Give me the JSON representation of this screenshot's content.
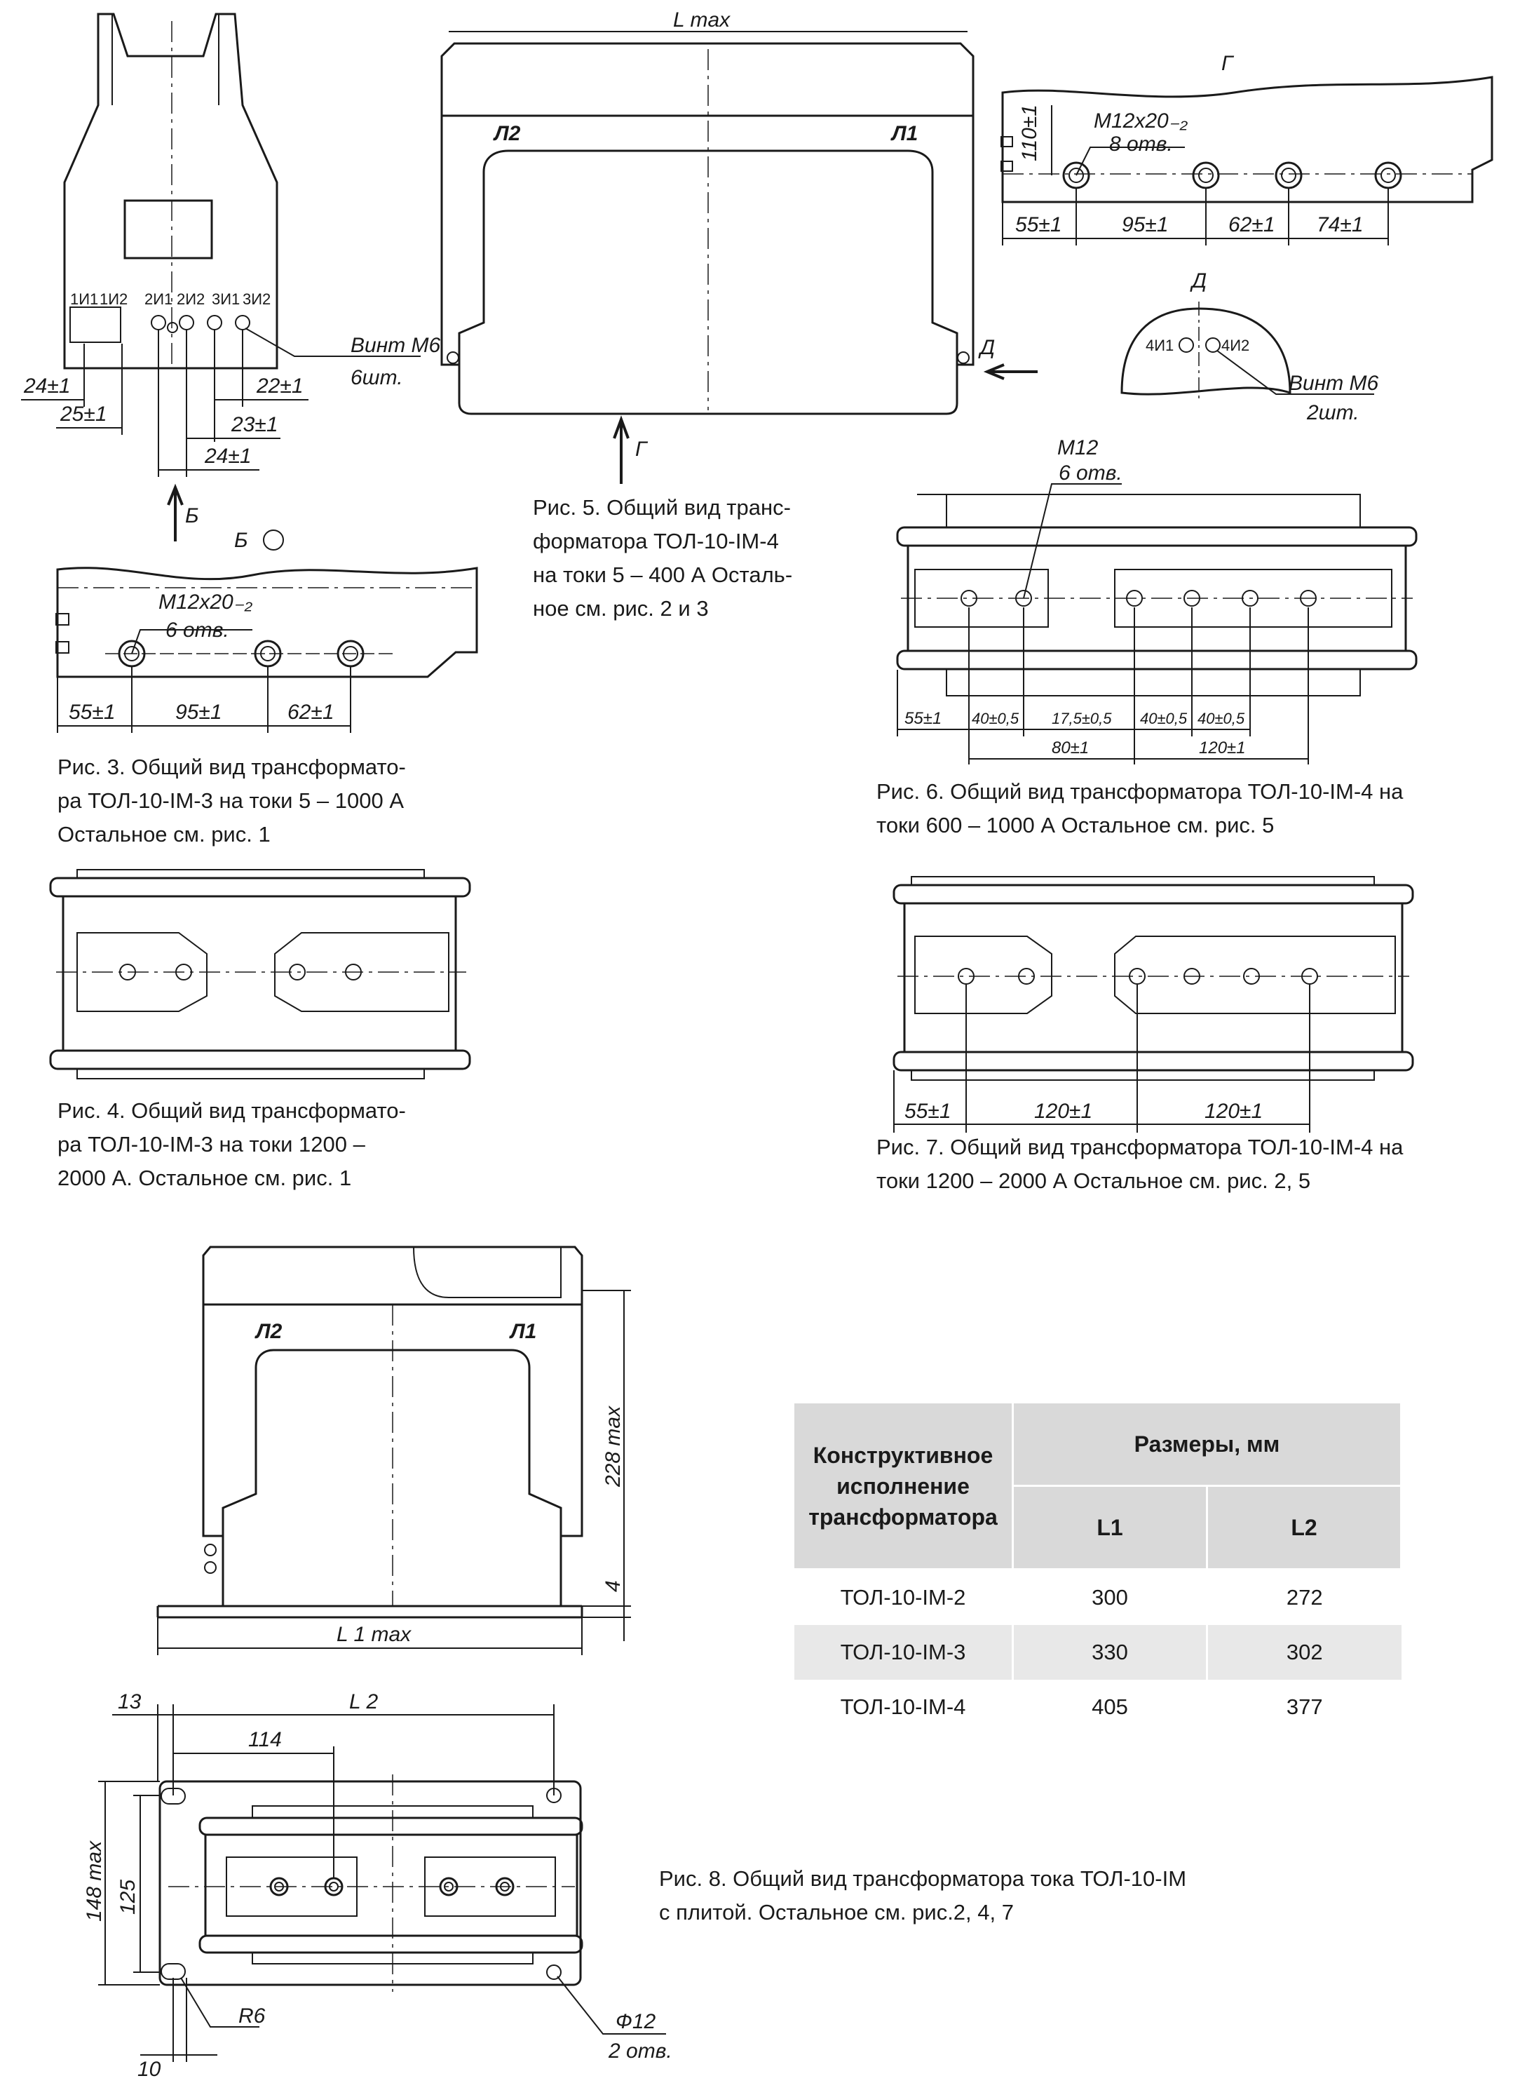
{
  "fig1": {
    "terminals": [
      "1И1",
      "1И2",
      "2И1",
      "2И2",
      "3И1",
      "3И2"
    ],
    "screw_label": "Винт М6",
    "screw_count": "6шт.",
    "dims": [
      "24±1",
      "25±1",
      "22±1",
      "23±1",
      "24±1"
    ],
    "view_arrow": "Б"
  },
  "fig3": {
    "view_label": "Б",
    "thread_label": "М12х20₋₂",
    "holes_label": "6 отв.",
    "dims": [
      "55±1",
      "95±1",
      "62±1"
    ],
    "caption": "Рис. 3. Общий вид трансформато-\nра ТОЛ-10-IM-3 на токи 5 – 1000 А\nОстальное см. рис. 1"
  },
  "fig4": {
    "caption": "Рис. 4. Общий вид трансформато-\nра ТОЛ-10-IM-3 на токи 1200 –\n2000 А. Остальное см. рис. 1"
  },
  "fig5": {
    "lmax": "L max",
    "l2": "Л2",
    "l1": "Л1",
    "arrow_d": "Д",
    "arrow_g": "Г",
    "caption": "Рис. 5. Общий вид транс-\nформатора ТОЛ-10-IM-4\nна токи 5 – 400 А Осталь-\nное см. рис. 2 и 3"
  },
  "viewG": {
    "title": "Г",
    "thread_label": "М12х20₋₂",
    "holes_label": "8 отв.",
    "height_dim": "110±1",
    "dims": [
      "55±1",
      "95±1",
      "62±1",
      "74±1"
    ]
  },
  "viewD": {
    "title": "Д",
    "terminals": [
      "4И1",
      "4И2"
    ],
    "screw_label": "Винт М6",
    "screw_count": "2шт."
  },
  "fig6": {
    "thread_label": "М12",
    "holes_label": "6 отв.",
    "dims": [
      "55±1",
      "40±0,5",
      "17,5±0,5",
      "40±0,5",
      "40±0,5",
      "80±1",
      "120±1"
    ],
    "caption": "Рис. 6. Общий вид трансформатора ТОЛ-10-IM-4 на\nтоки 600 – 1000 А Остальное см. рис. 5"
  },
  "fig7": {
    "dims": [
      "55±1",
      "120±1",
      "120±1"
    ],
    "caption": "Рис. 7. Общий вид трансформатора ТОЛ-10-IM-4 на\nтоки 1200 – 2000 А Остальное см. рис. 2, 5"
  },
  "fig8": {
    "l2": "Л2",
    "l1": "Л1",
    "height_dim": "228 max",
    "base_dim": "4",
    "l1max": "L 1 max",
    "top_dims": [
      "13",
      "L 2",
      "114"
    ],
    "side_dims": [
      "148 max",
      "125"
    ],
    "bottom_dims": [
      "10",
      "R6"
    ],
    "hole_label": "Ф12",
    "hole_count": "2 отв.",
    "caption": "Рис. 8. Общий вид трансформатора тока ТОЛ-10-IM\nс плитой. Остальное см. рис.2, 4, 7"
  },
  "table": {
    "head_design": "Конструктивное исполнение трансформатора",
    "head_sizes": "Размеры, мм",
    "col_l1": "L1",
    "col_l2": "L2",
    "rows": [
      {
        "name": "ТОЛ-10-IM-2",
        "l1": "300",
        "l2": "272"
      },
      {
        "name": "ТОЛ-10-IM-3",
        "l1": "330",
        "l2": "302"
      },
      {
        "name": "ТОЛ-10-IM-4",
        "l1": "405",
        "l2": "377"
      }
    ]
  }
}
